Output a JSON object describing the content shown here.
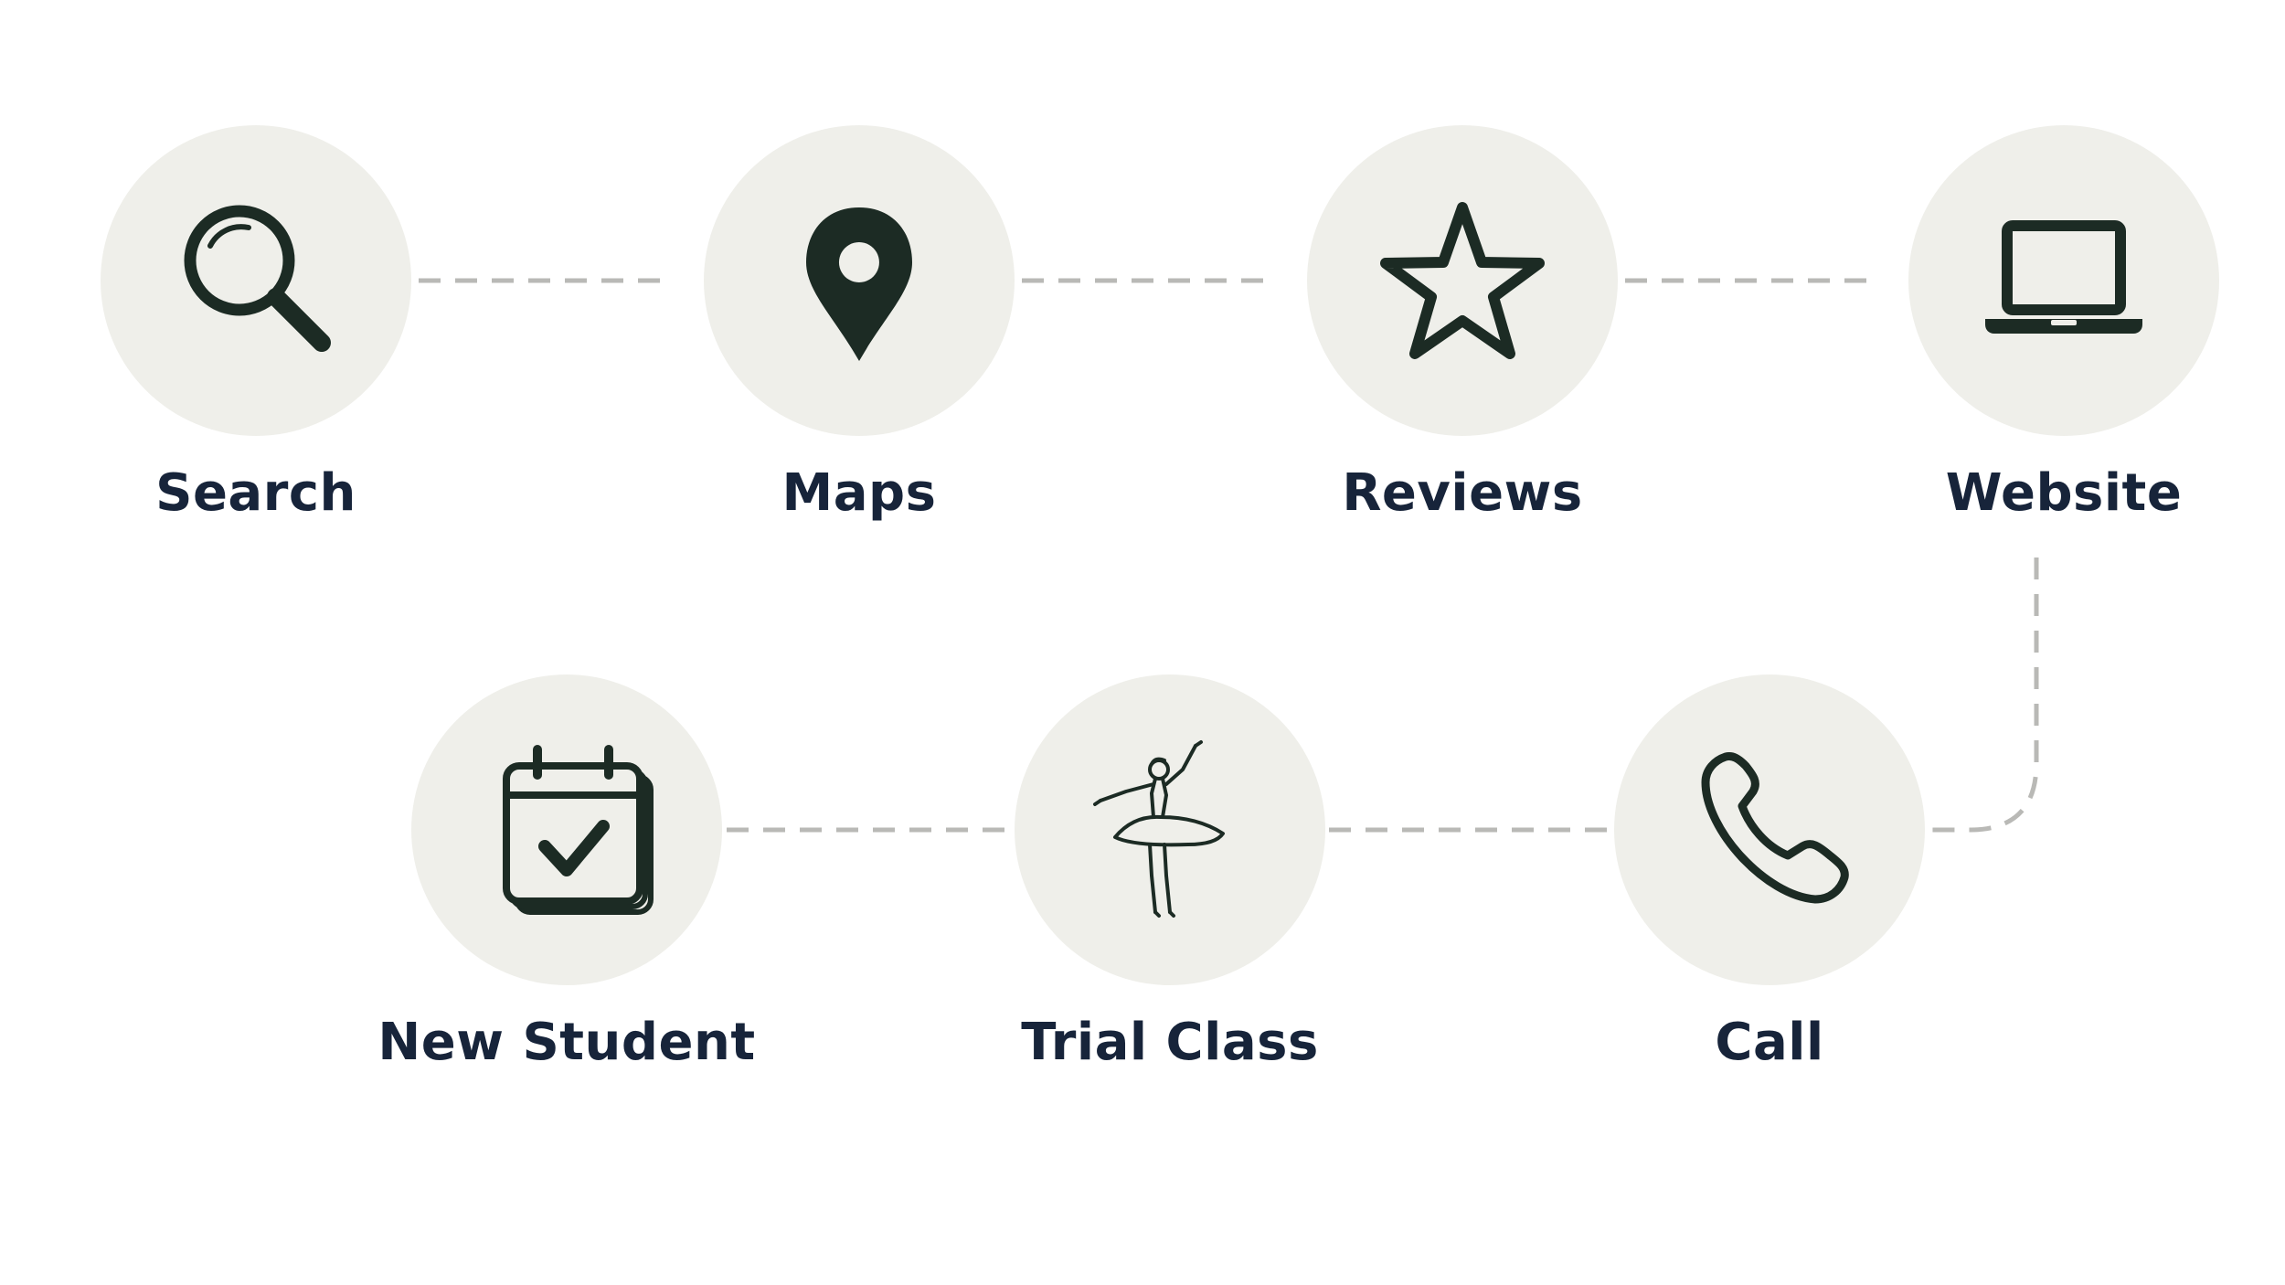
{
  "colors": {
    "circle_fill": "#efefea",
    "icon_color": "#1c2b24",
    "label_color": "#17243a",
    "connector_color": "#b9b9b6"
  },
  "steps": [
    {
      "label": "Search",
      "icon": "search-icon"
    },
    {
      "label": "Maps",
      "icon": "map-pin-icon"
    },
    {
      "label": "Reviews",
      "icon": "star-icon"
    },
    {
      "label": "Website",
      "icon": "laptop-icon"
    },
    {
      "label": "Call",
      "icon": "phone-icon"
    },
    {
      "label": "Trial Class",
      "icon": "ballerina-icon"
    },
    {
      "label": "New Student",
      "icon": "calendar-check-icon"
    }
  ]
}
